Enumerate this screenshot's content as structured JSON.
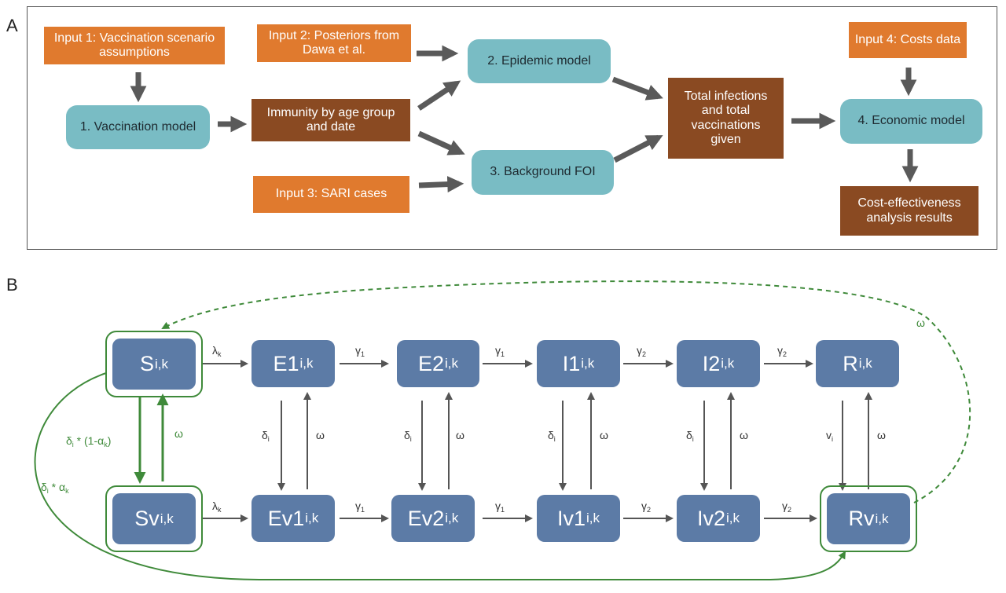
{
  "panel_a": {
    "letter": "A",
    "input1": "Input 1: Vaccination scenario assumptions",
    "input2": "Input 2: Posteriors from Dawa et al.",
    "input3": "Input 3: SARI cases",
    "input4": "Input 4: Costs data",
    "vaccination_model": "1. Vaccination model",
    "immunity": "Immunity by age group and date",
    "epidemic_model": "2. Epidemic model",
    "background_foi": "3. Background FOI",
    "totals": "Total infections and total vaccinations given",
    "economic_model": "4. Economic model",
    "results": "Cost-effectiveness analysis results"
  },
  "panel_b": {
    "letter": "B",
    "subscript": "i,k",
    "top_row": [
      "S",
      "E1",
      "E2",
      "I1",
      "I2",
      "R"
    ],
    "bottom_row": [
      "Sv",
      "Ev1",
      "Ev2",
      "Iv1",
      "Iv2",
      "Rv"
    ],
    "forward_rates": {
      "lambda": "λ",
      "lambda_sub": "k",
      "gamma": "γ",
      "gamma1_sub": "1",
      "gamma2_sub": "2"
    },
    "down_rates": {
      "delta": "δ",
      "delta_sub": "i",
      "nu": "v",
      "nu_sub": "i"
    },
    "waning": "ω",
    "s_to_sv_label": {
      "a": "δ",
      "a_sub": "i",
      "b": " * (1-α",
      "b_sub": "k",
      "c": ")"
    },
    "s_to_rv_label": {
      "a": "δ",
      "a_sub": "i",
      "b": " * α",
      "b_sub": "k"
    },
    "colors": {
      "node": "#5c7ba6",
      "green": "#3f8a3a",
      "arrow": "#555555",
      "orange": "#e07a2e",
      "brown": "#8a4a22",
      "teal": "#79bcc4"
    }
  }
}
